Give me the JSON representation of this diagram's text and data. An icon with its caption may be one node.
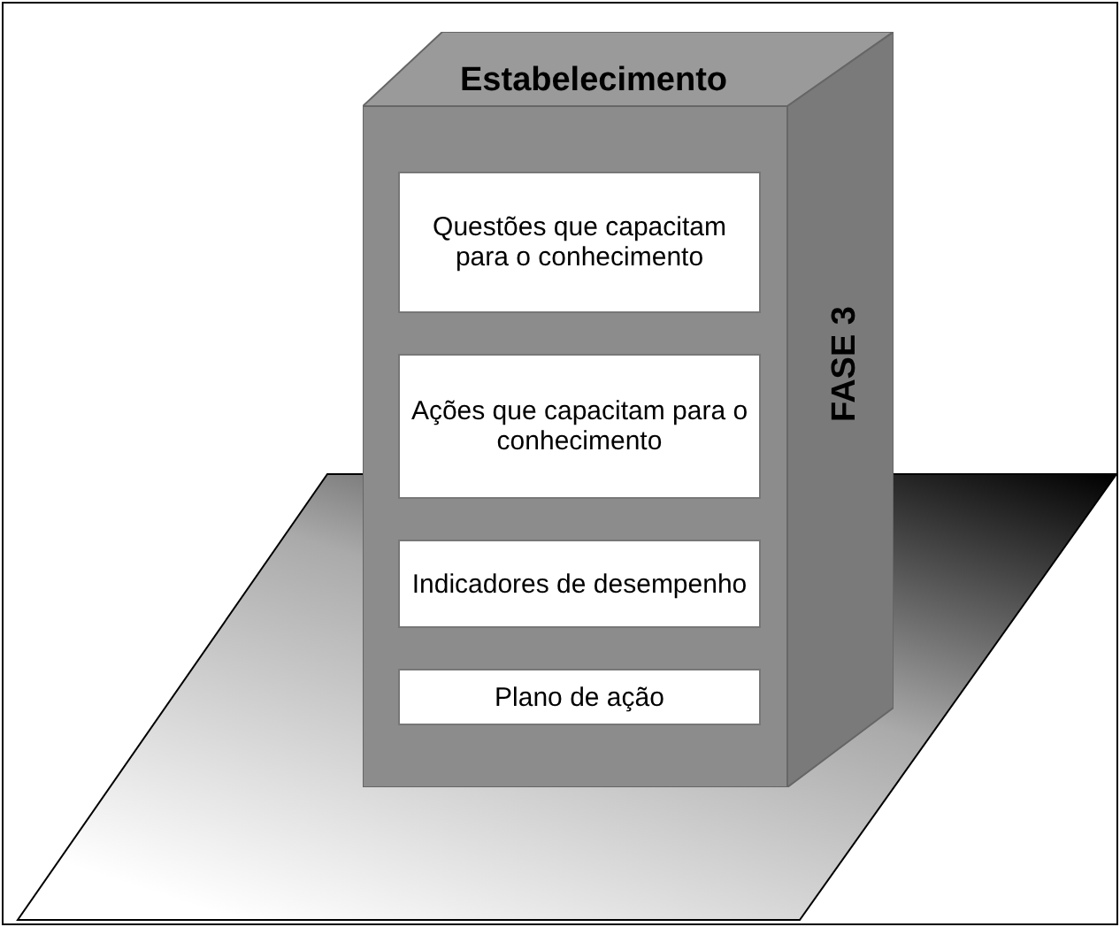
{
  "diagram": {
    "nodes": [
      {
        "text": [
          "Estabelecimento",
          "FASE 3"
        ]
      },
      {
        "text": [
          "Questões que capacitam para o conhecimento"
        ],
        "in": 0
      },
      {
        "text": [
          "Ações que capacitam para o conhecimento"
        ],
        "in": 0
      },
      {
        "text": [
          "Indicadores de desempenho"
        ],
        "in": 0
      },
      {
        "text": [
          "Plano de ação"
        ],
        "in": 0
      }
    ]
  }
}
